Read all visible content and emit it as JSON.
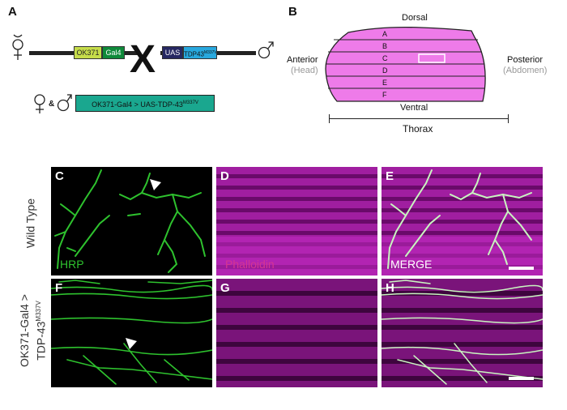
{
  "panel_a": {
    "letter": "A",
    "gene_ok371": "OK371",
    "gene_gal4": "Gal4",
    "cross_symbol": "X",
    "gene_uas": "UAS",
    "gene_tdp": "TDP43",
    "gene_tdp_sup": "M337V",
    "amp": "&",
    "offspring_main": "OK371-Gal4 > UAS-TDP-43",
    "offspring_sup": "M337V",
    "colors": {
      "ok371": "#c6dc4a",
      "gal4": "#0f8a3a",
      "uas": "#262862",
      "tdp": "#28a8de",
      "offspring": "#1aa78f"
    }
  },
  "panel_b": {
    "letter": "B",
    "dorsal": "Dorsal",
    "ventral": "Ventral",
    "anterior": "Anterior",
    "anterior_sub": "(Head)",
    "posterior": "Posterior",
    "posterior_sub": "(Abdomen)",
    "muscles": [
      "A",
      "B",
      "C",
      "D",
      "E",
      "F"
    ],
    "thorax": "Thorax",
    "fill": "#ee7be9"
  },
  "row_labels": {
    "wild_type": "Wild Type",
    "mutant_line1": "OK371-Gal4 >",
    "mutant_line2": "TDP-43",
    "mutant_sup": "M337V"
  },
  "tiles": {
    "c": "C",
    "d": "D",
    "e": "E",
    "f": "F",
    "g": "G",
    "h": "H",
    "hrp": "HRP",
    "phalloidin": "Phalloidin",
    "merge": "MERGE"
  }
}
